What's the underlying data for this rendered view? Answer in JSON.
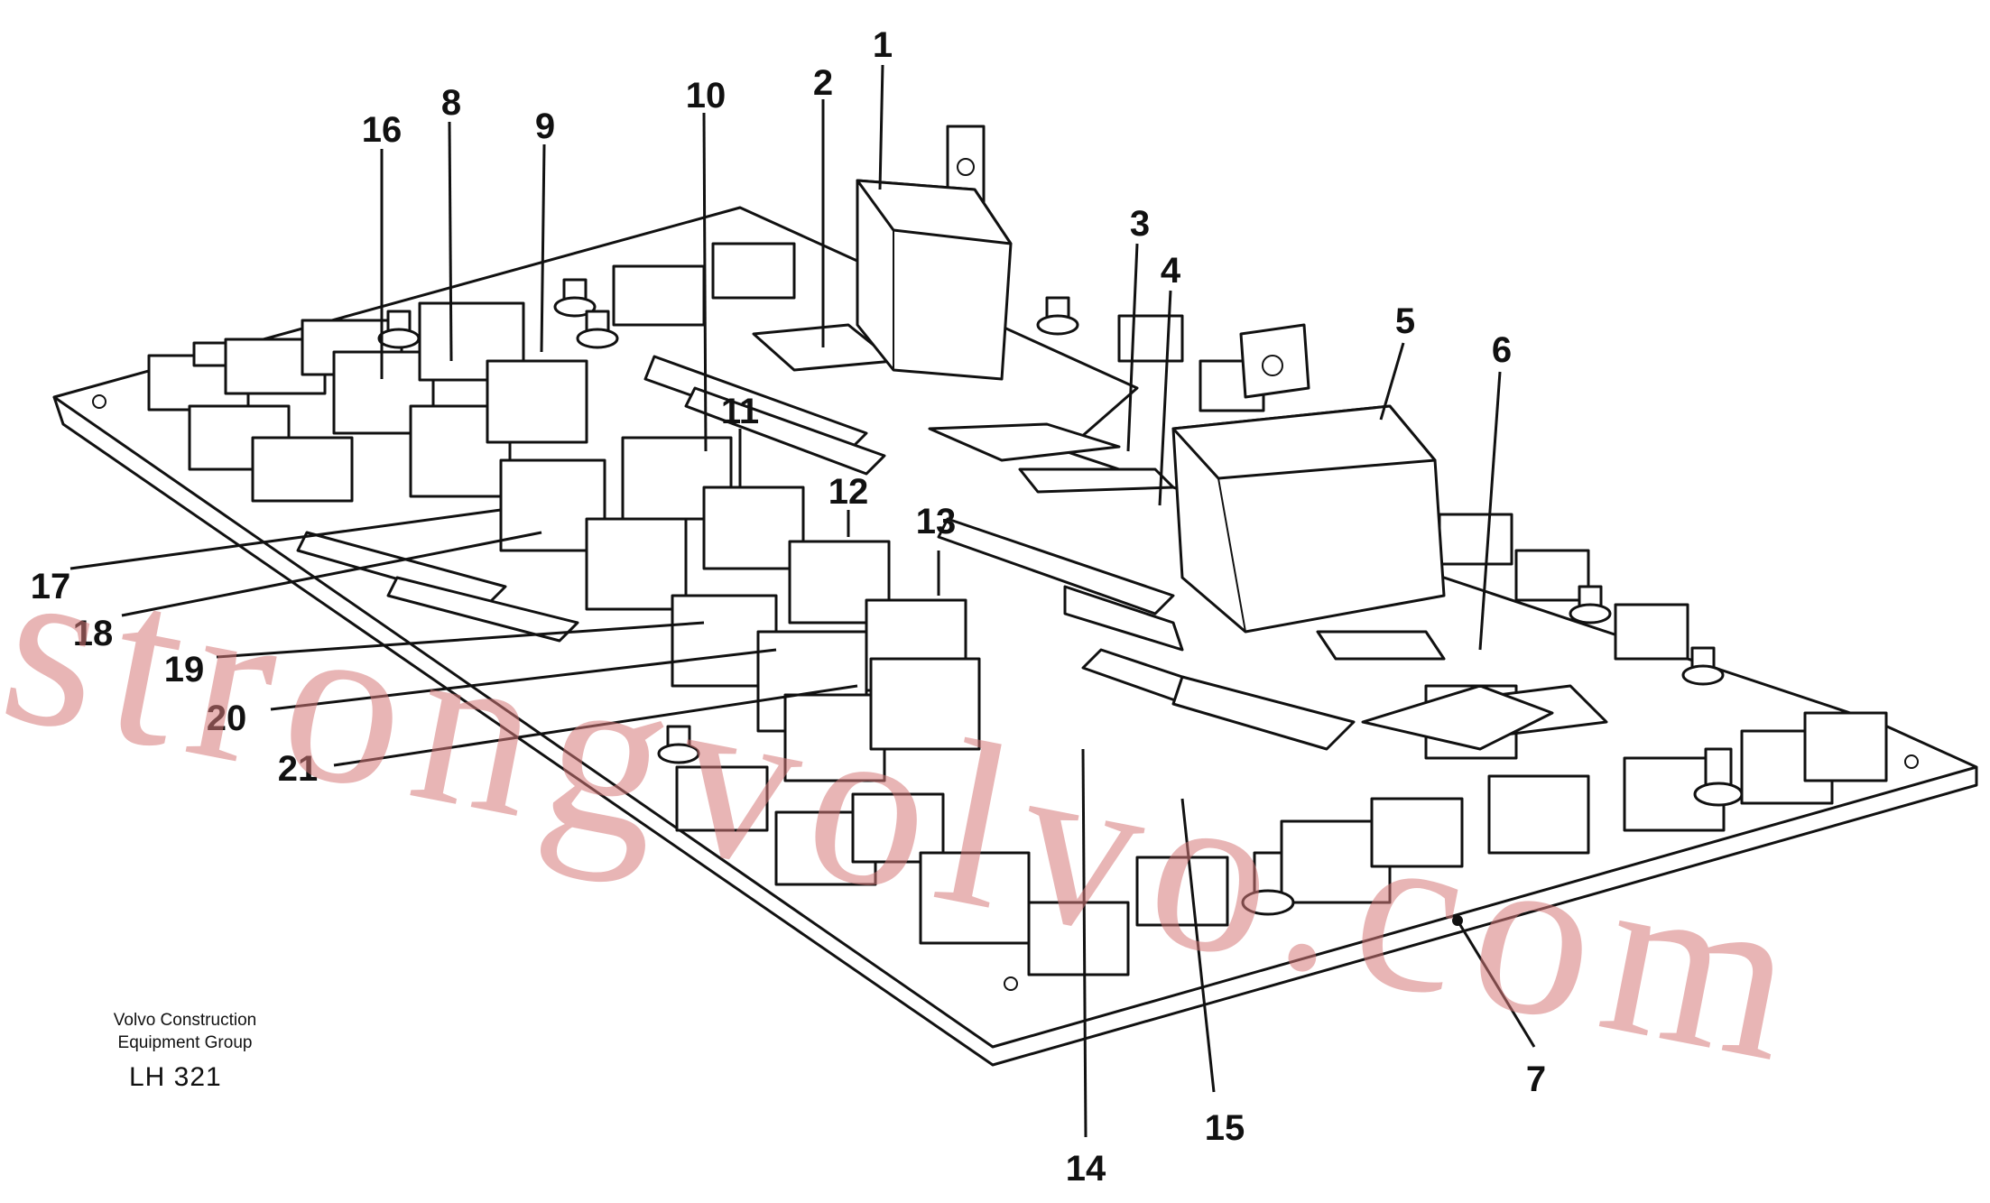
{
  "figure": {
    "callouts": [
      "1",
      "2",
      "3",
      "4",
      "5",
      "6",
      "7",
      "8",
      "9",
      "10",
      "11",
      "12",
      "13",
      "14",
      "15",
      "16",
      "17",
      "18",
      "19",
      "20",
      "21"
    ],
    "footer": {
      "company_line1": "Volvo Construction",
      "company_line2": "Equipment Group",
      "code": "LH 321"
    },
    "watermark": "strongvolvo.com"
  }
}
